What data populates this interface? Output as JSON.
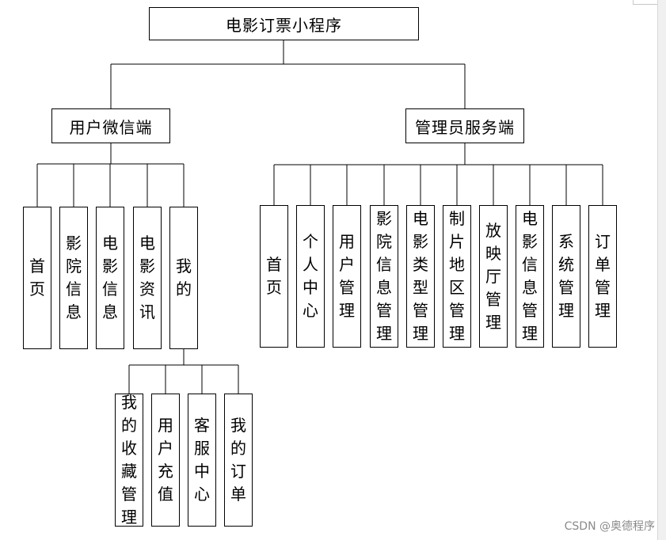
{
  "diagram": {
    "root": "电影订票小程序",
    "branches": [
      {
        "label": "用户微信端",
        "children": [
          {
            "label": "首页"
          },
          {
            "label": "影院信息"
          },
          {
            "label": "电影信息"
          },
          {
            "label": "电影资讯"
          },
          {
            "label": "我的"
          }
        ],
        "sub": [
          {
            "label": "我的收藏管理"
          },
          {
            "label": "用户充值"
          },
          {
            "label": "客服中心"
          },
          {
            "label": "我的订单"
          }
        ]
      },
      {
        "label": "管理员服务端",
        "children": [
          {
            "label": "首页"
          },
          {
            "label": "个人中心"
          },
          {
            "label": "用户管理"
          },
          {
            "label": "影院信息管理"
          },
          {
            "label": "电影类型管理"
          },
          {
            "label": "制片地区管理"
          },
          {
            "label": "放映厅管理"
          },
          {
            "label": "电影信息管理"
          },
          {
            "label": "系统管理"
          },
          {
            "label": "订单管理"
          }
        ]
      }
    ]
  },
  "watermark": "CSDN @奥德程序"
}
